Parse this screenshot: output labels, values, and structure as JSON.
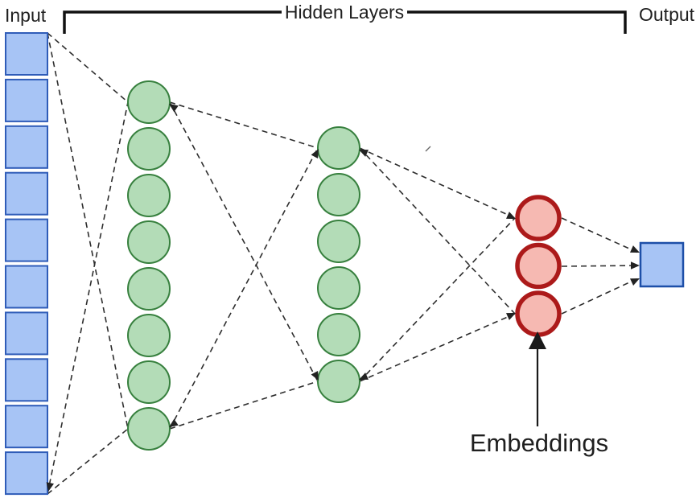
{
  "labels": {
    "input": "Input",
    "hidden_layers": "Hidden Layers",
    "output": "Output",
    "embeddings": "Embeddings"
  },
  "network": {
    "layers": [
      {
        "name": "input",
        "shape": "square",
        "count": 10,
        "fill": "#a7c4f5",
        "stroke": "#2f5cb8"
      },
      {
        "name": "hidden-1",
        "shape": "circle",
        "count": 8,
        "fill": "#b3dcb7",
        "stroke": "#37803e"
      },
      {
        "name": "hidden-2",
        "shape": "circle",
        "count": 6,
        "fill": "#b3dcb7",
        "stroke": "#37803e"
      },
      {
        "name": "embeddings",
        "shape": "circle",
        "count": 3,
        "fill": "#f6b9b2",
        "stroke": "#ac1a1a"
      },
      {
        "name": "output",
        "shape": "square",
        "count": 1,
        "fill": "#a7c4f5",
        "stroke": "#1d4fa8"
      }
    ],
    "connection_style": "dashed",
    "connection_color": "#2e2e2e",
    "bracket_color": "#111111",
    "text_color": "#1f1f1f"
  }
}
